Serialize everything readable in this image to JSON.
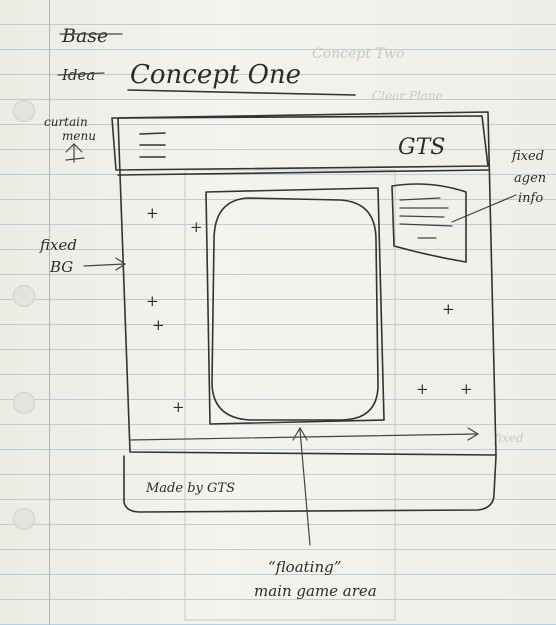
{
  "heading": {
    "struck_word_1": "Base",
    "struck_word_2": "Idea",
    "title": "Concept One"
  },
  "annotations": {
    "curtain_menu": [
      "curtain",
      "menu"
    ],
    "fixed_bg": [
      "fixed",
      "BG"
    ],
    "fixed_info": [
      "fixed",
      "agen",
      "info"
    ],
    "floating_area": [
      "“floating”",
      "main game area"
    ]
  },
  "mockup": {
    "header_logo": "GTS",
    "footer_credit": "Made by GTS",
    "menu_icon": "hamburger-menu-icon",
    "info_icon": "info-panel-icon",
    "star_marker": "+"
  },
  "ghost_text": [
    "Concept Two",
    "Clear Plane",
    "fixed"
  ]
}
